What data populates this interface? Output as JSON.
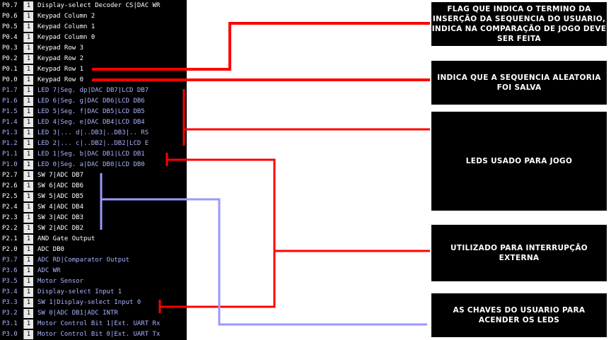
{
  "pins": [
    {
      "name": "P0.7",
      "value": "1",
      "desc": "Display-select Decoder CS|DAC WR",
      "color": "white"
    },
    {
      "name": "P0.6",
      "value": "1",
      "desc": "Keypad Column 2",
      "color": "white"
    },
    {
      "name": "P0.5",
      "value": "1",
      "desc": "Keypad Column 1",
      "color": "white"
    },
    {
      "name": "P0.4",
      "value": "1",
      "desc": "Keypad Column 0",
      "color": "white"
    },
    {
      "name": "P0.3",
      "value": "1",
      "desc": "Keypad Row 3",
      "color": "white"
    },
    {
      "name": "P0.2",
      "value": "1",
      "desc": "Keypad Row 2",
      "color": "white"
    },
    {
      "name": "P0.1",
      "value": "1",
      "desc": "Keypad Row 1",
      "color": "white"
    },
    {
      "name": "P0.0",
      "value": "1",
      "desc": "Keypad Row 0",
      "color": "white"
    },
    {
      "name": "P1.7",
      "value": "1",
      "desc": "LED 7|Seg. dp|DAC DB7|LCD DB7",
      "color": "blue"
    },
    {
      "name": "P1.6",
      "value": "1",
      "desc": "LED 6|Seg. g|DAC DB6|LCD DB6",
      "color": "blue"
    },
    {
      "name": "P1.5",
      "value": "1",
      "desc": "LED 5|Seg. f|DAC DB5|LCD DB5",
      "color": "blue"
    },
    {
      "name": "P1.4",
      "value": "1",
      "desc": "LED 4|Seg. e|DAC DB4|LCD DB4",
      "color": "blue"
    },
    {
      "name": "P1.3",
      "value": "1",
      "desc": "LED 3|... d|..DB3|..DB3|.. RS",
      "color": "blue"
    },
    {
      "name": "P1.2",
      "value": "1",
      "desc": "LED 2|... c|..DB2|..DB2|LCD E",
      "color": "blue"
    },
    {
      "name": "P1.1",
      "value": "1",
      "desc": "LED 1|Seg. b|DAC DB1|LCD DB1",
      "color": "blue"
    },
    {
      "name": "P1.0",
      "value": "1",
      "desc": "LED 0|Seg. a|DAC DB0|LCD DB0",
      "color": "blue"
    },
    {
      "name": "P2.7",
      "value": "1",
      "desc": "SW 7|ADC DB7",
      "color": "white"
    },
    {
      "name": "P2.6",
      "value": "1",
      "desc": "SW 6|ADC DB6",
      "color": "white"
    },
    {
      "name": "P2.5",
      "value": "1",
      "desc": "SW 5|ADC DB5",
      "color": "white"
    },
    {
      "name": "P2.4",
      "value": "1",
      "desc": "SW 4|ADC DB4",
      "color": "white"
    },
    {
      "name": "P2.3",
      "value": "1",
      "desc": "SW 3|ADC DB3",
      "color": "white"
    },
    {
      "name": "P2.2",
      "value": "1",
      "desc": "SW 2|ADC DB2",
      "color": "white"
    },
    {
      "name": "P2.1",
      "value": "1",
      "desc": "AND Gate Output",
      "color": "white"
    },
    {
      "name": "P2.0",
      "value": "1",
      "desc": "ADC DB0",
      "color": "white"
    },
    {
      "name": "P3.7",
      "value": "1",
      "desc": "ADC RD|Comparator Output",
      "color": "blue"
    },
    {
      "name": "P3.6",
      "value": "1",
      "desc": "ADC WR",
      "color": "blue"
    },
    {
      "name": "P3.5",
      "value": "1",
      "desc": "Motor Sensor",
      "color": "blue"
    },
    {
      "name": "P3.4",
      "value": "1",
      "desc": "Display-select Input 1",
      "color": "blue"
    },
    {
      "name": "P3.3",
      "value": "1",
      "desc": "SW 1|Display-select Input 0",
      "color": "blue"
    },
    {
      "name": "P3.2",
      "value": "1",
      "desc": "SW 0|ADC DB1|ADC INTR",
      "color": "blue"
    },
    {
      "name": "P3.1",
      "value": "1",
      "desc": "Motor Control Bit 1|Ext. UART Rx",
      "color": "blue"
    },
    {
      "name": "P3.0",
      "value": "1",
      "desc": "Motor Control Bit 0|Ext. UART Tx",
      "color": "blue"
    }
  ],
  "notes": {
    "flag_end": "Flag que indica o termino da inserção da sequencia do usuario, indica na comparação de jogo deve ser feita",
    "random_saved": "Indica que a sequencia aleatoria foi salva",
    "leds_game": "Leds usado para jogo",
    "interrupt": "Utilizado para interrupção externa",
    "user_switches": "As chaves do usuario para acender os leds"
  },
  "colors": {
    "panel": "#000000",
    "pin_white": "#ffffff",
    "pin_blue": "#a8b4ff",
    "annotation_red": "#ff0000",
    "annotation_blue": "#9999ff"
  }
}
